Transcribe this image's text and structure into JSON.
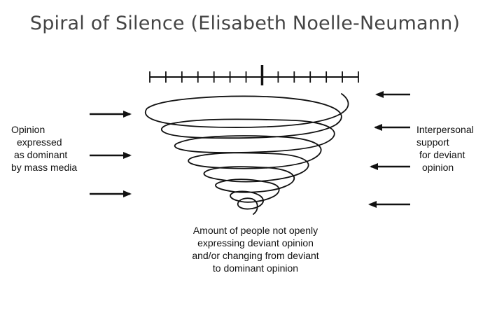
{
  "title": "Spiral of Silence (Elisabeth Noelle-Neumann)",
  "left_label": [
    "Opinion",
    "expressed",
    "as dominant",
    "by  mass media"
  ],
  "right_label": [
    "Interpersonal",
    "support",
    "for deviant",
    "opinion"
  ],
  "bottom_label": [
    "Amount of people not openly",
    "expressing deviant opinion",
    "and/or changing from deviant",
    "to dominant opinion"
  ],
  "scale": {
    "tick_count": 14,
    "center_tick_index": 7
  },
  "colors": {
    "ink": "#111111",
    "title": "#444444",
    "background": "#ffffff"
  }
}
